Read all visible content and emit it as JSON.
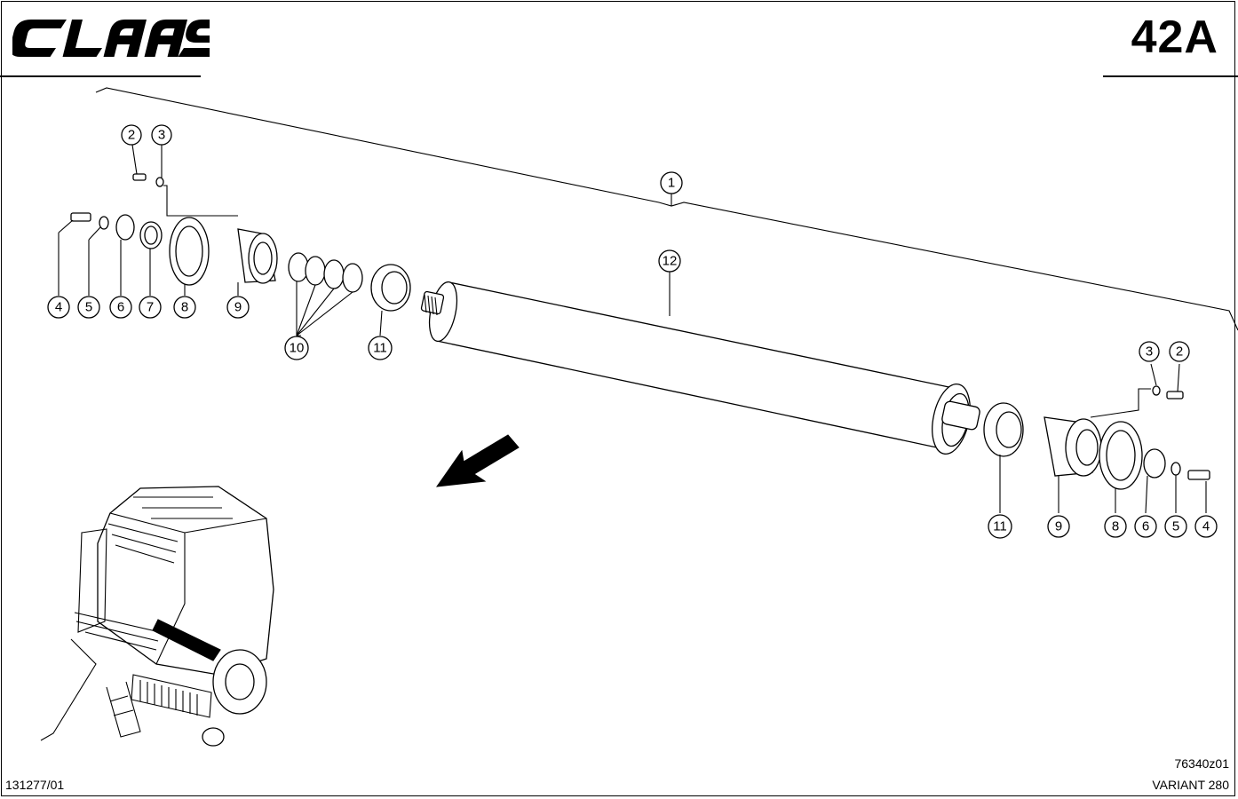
{
  "header": {
    "brand": "CLAAS",
    "page_number": "42A"
  },
  "footer": {
    "document_number": "131277/01",
    "drawing_code": "76340z01",
    "model": "VARIANT 280"
  },
  "callouts": {
    "assembly": "1",
    "tube": "12",
    "left": [
      "2",
      "3",
      "4",
      "5",
      "6",
      "7",
      "8",
      "9",
      "10",
      "11"
    ],
    "right": [
      "3",
      "2",
      "11",
      "9",
      "8",
      "6",
      "5",
      "4"
    ]
  },
  "colors": {
    "ink": "#000000",
    "paper": "#ffffff",
    "highlight": "#000000"
  },
  "icons": [
    "direction-arrow-icon",
    "baler-thumbnail-icon",
    "claas-logo"
  ]
}
